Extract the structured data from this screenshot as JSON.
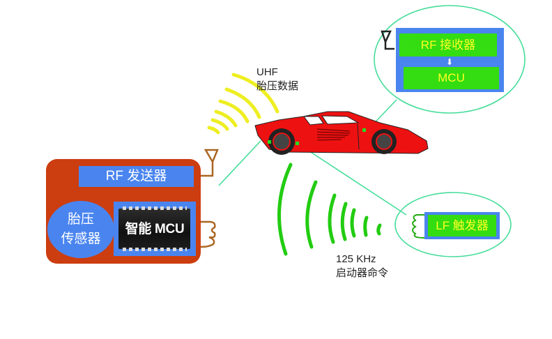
{
  "diagram": {
    "title_hidden": null,
    "transmitter": {
      "rf_transmitter_label": "RF 发送器",
      "sensor_label_line1": "胎压",
      "sensor_label_line2": "传感器",
      "mcu_label": "智能 MCU"
    },
    "receiver_bubble": {
      "rf_receiver_label": "RF 接收器",
      "mcu_label": "MCU"
    },
    "lf_bubble": {
      "lf_trigger_label": "LF 触发器"
    },
    "uhf_caption": {
      "line1": "UHF",
      "line2": "胎压数据"
    },
    "lf_caption": {
      "line1": "125 KHz",
      "line2": "启动器命令"
    },
    "colors": {
      "module_body": "#cc3d10",
      "module_blue": "#4a85ef",
      "green_box": "#33dd11",
      "green_text": "#ffff22",
      "uhf_waves": "#eeee22",
      "lf_waves": "#22cc11",
      "callout_lines": "#44dd99",
      "car": "#ee1111"
    },
    "icons": [
      "antenna-icon",
      "coil-icon",
      "car-icon",
      "chip-icon"
    ]
  }
}
